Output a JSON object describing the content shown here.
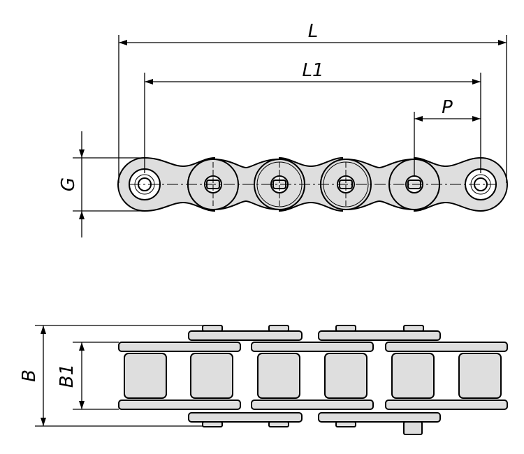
{
  "labels": {
    "L": "L",
    "L1": "L1",
    "P": "P",
    "G": "G",
    "B": "B",
    "B1": "B1"
  }
}
